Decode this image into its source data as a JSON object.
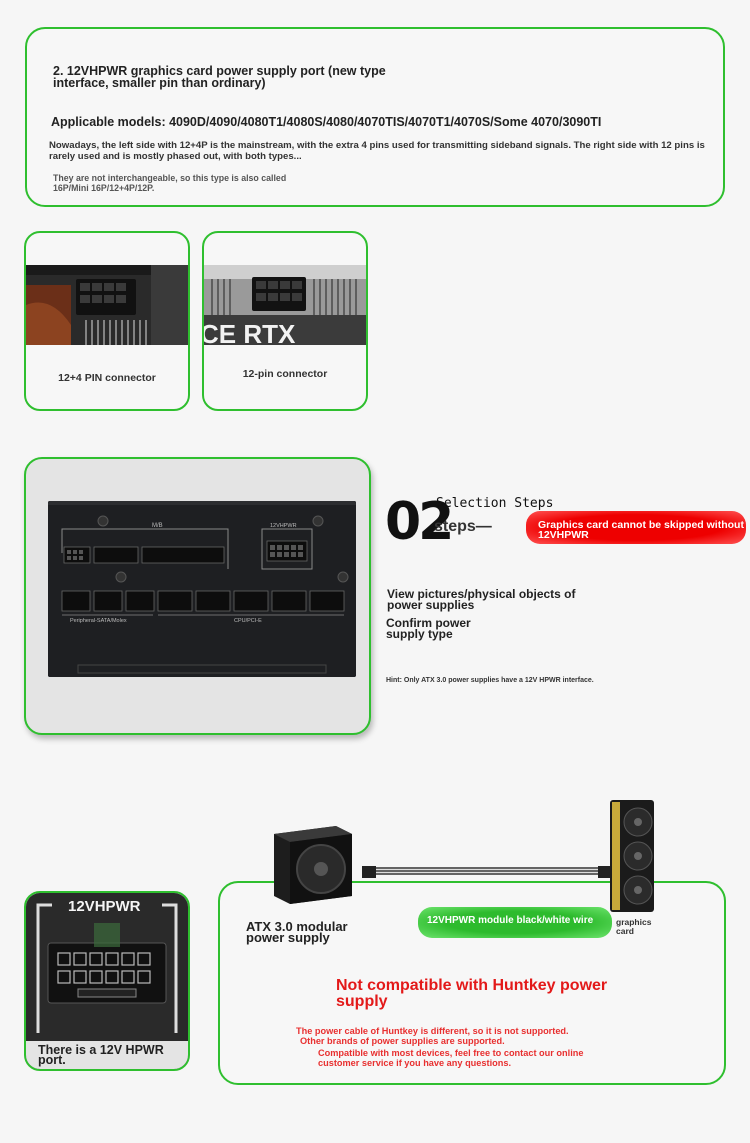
{
  "section1": {
    "title": "2. 12VHPWR graphics card power supply port (new type interface, smaller pin than ordinary)",
    "models": "Applicable models: 4090D/4090/4080T1/4080S/4080/4070TIS/4070T1/4070S/Some 4070/3090TI",
    "description": "Nowadays, the left side with 12+4P is the mainstream, with the extra 4 pins used for transmitting sideband signals. The right side with 12 pins is rarely used and is mostly phased out, with both types...",
    "note": "They are not interchangeable, so this type is also called 16P/Mini 16P/12+4P/12P."
  },
  "connectors": {
    "left_label": "12+4 PIN connector",
    "right_label": "12-pin connector",
    "card_text": "CE RTX"
  },
  "psu_panel": {
    "mb_label": "M/B",
    "hpwr_label": "12VHPWR",
    "peripheral_label": "Peripheral-SATA/Molex",
    "cpu_label": "CPU/PCI-E"
  },
  "steps": {
    "number": "02",
    "top_label": "Selection Steps",
    "word": "steps",
    "warning": "Graphics card cannot be skipped without 12VHPWR",
    "step1": "View pictures/physical objects of power supplies",
    "step2": "Confirm power supply type",
    "hint": "Hint: Only ATX 3.0 power supplies have a 12V HPWR interface."
  },
  "compat": {
    "port_title": "12VHPWR",
    "port_caption": "There is a 12V HPWR port.",
    "atx_label": "ATX 3.0 modular power supply",
    "wire_label": "12VHPWR module black/white wire",
    "gc_label": "graphics card",
    "not_compatible": "Not compatible with Huntkey power supply",
    "line1": "The power cable of Huntkey is different, so it is not supported.",
    "line2": "Other brands of power supplies are supported.",
    "line3": "Compatible with most devices, feel free to contact our online customer service if you have any questions."
  },
  "colors": {
    "accent_green": "#2fbf2f",
    "alert_red": "#e31919"
  }
}
